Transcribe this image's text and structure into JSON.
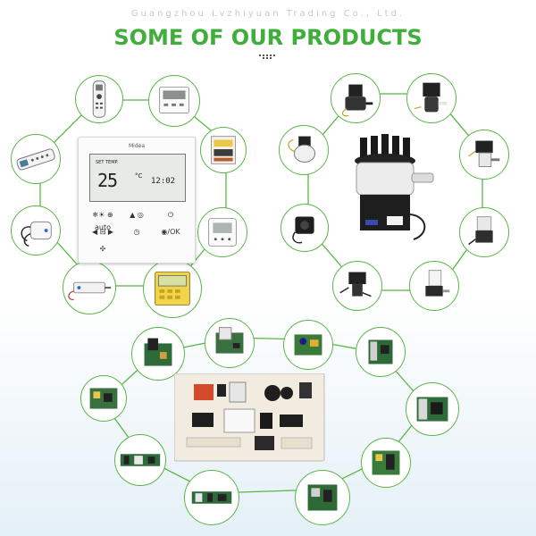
{
  "header": {
    "company": "Guangzhou Lvzhiyuan Trading Co., Ltd.",
    "headline": "SOME OF OUR PRODUCTS"
  },
  "groups": [
    {
      "name": "controllers",
      "center": "wired-controller-panel"
    },
    {
      "name": "pumps",
      "center": "drain-pump"
    },
    {
      "name": "boards",
      "center": "control-pcb"
    }
  ],
  "controller_panel": {
    "brand": "Midea",
    "set_label": "SET TEMP.",
    "temperature": "25",
    "unit": "°C",
    "clock": "12:02",
    "keys": [
      "❄☀ ⊕ auto",
      "▲ ◎",
      "⏻",
      "◀ ⊟ ▶",
      "◷",
      "◉/OK",
      "✣",
      "",
      ""
    ]
  },
  "colors": {
    "accent_green": "#3fae3a",
    "ring": "#59b548",
    "title_gray": "#c9c9c9"
  }
}
